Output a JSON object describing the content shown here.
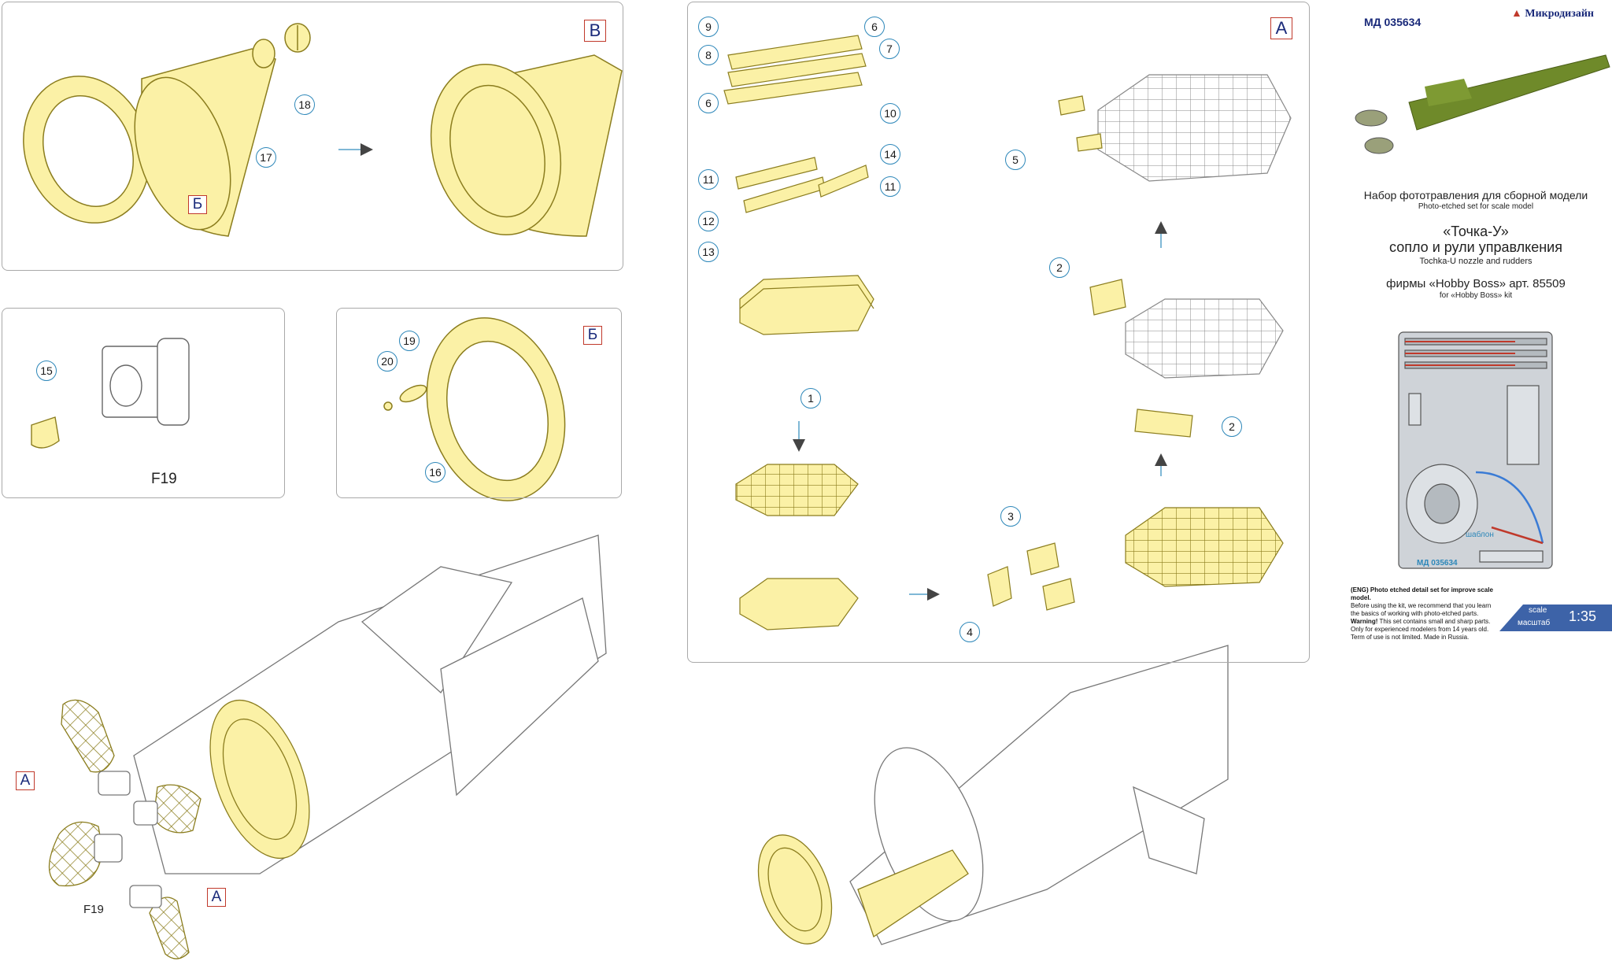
{
  "header": {
    "article_code": "МД 035634",
    "brand": "Микродизайн",
    "title_ru": "Набор фототравления для сборной модели",
    "title_en": "Photo-etched set for scale model",
    "name_quoted": "«Точка-У»",
    "subject_ru": "сопло и рули управлкения",
    "subject_en": "Tochka-U nozzle and rudders",
    "kit_ru": "фирмы «Hobby Boss» арт. 85509",
    "kit_en": "for «Hobby Boss» kit"
  },
  "fret": {
    "code": "МД 035634",
    "template_word": "шаблон"
  },
  "notes": {
    "line1": "(ENG) Photo etched detail set for improve scale model.",
    "line2": "Before using the kit, we recommend that you learn",
    "line3": "the basics of working with photo-etched parts.",
    "warning": "Warning!",
    "line4": " This set contains small and sharp parts.",
    "line5": "Only for experienced modelers from 14 years old.",
    "line6": "Term of use is not limited. Made in Russia."
  },
  "scale": {
    "label_en": "scale",
    "label_ru": "масштаб",
    "value": "1:35"
  },
  "panels": {
    "v": {
      "letter": "В",
      "labels": {
        "b": "Б",
        "n17": "17",
        "n18": "18"
      }
    },
    "f19": {
      "labels": {
        "n15": "15",
        "f19": "F19"
      }
    },
    "b": {
      "letter": "Б",
      "labels": {
        "n16": "16",
        "n19": "19",
        "n20": "20"
      }
    },
    "a": {
      "letter": "А",
      "labels": {
        "n1": "1",
        "n2a": "2",
        "n2b": "2",
        "n3": "3",
        "n4": "4",
        "n5": "5",
        "n6a": "6",
        "n6b": "6",
        "n7": "7",
        "n8": "8",
        "n9": "9",
        "n10": "10",
        "n11a": "11",
        "n11b": "11",
        "n12": "12",
        "n13": "13",
        "n14": "14"
      }
    }
  },
  "assembly": {
    "a_top": "А",
    "a_bottom": "А",
    "f19": "F19"
  },
  "colors": {
    "part_yellow": "#fbf1a6",
    "part_stroke": "#8b7d1e",
    "panel_border": "#a9a9a9",
    "letter_border": "#c0392b",
    "callout_ring": "#2d87b9",
    "scale_blue": "#3d63a8",
    "missile_green": "#6f8a2a"
  }
}
